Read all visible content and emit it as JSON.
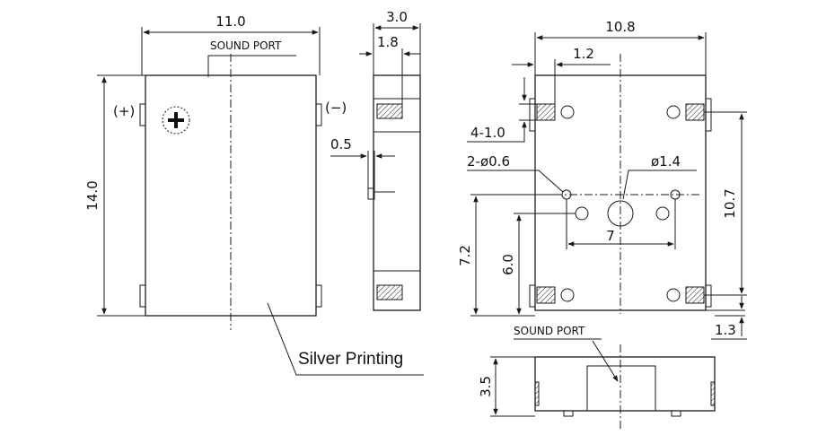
{
  "dimensions": {
    "front_width": "11.0",
    "front_height": "14.0",
    "side_width": "3.0",
    "side_inner": "1.8",
    "pin_width": "0.5",
    "bottom_width": "10.8",
    "pad_offset": "1.2",
    "pad_size": "4-1.0",
    "small_holes": "2-ø0.6",
    "center_hole": "ø1.4",
    "hole_spacing": "7",
    "pad_span": "10.7",
    "center_height": "7.2",
    "hole_height": "6.0",
    "edge_offset": "1.3",
    "base_height": "3.5"
  },
  "labels": {
    "sound_port_top": "SOUND PORT",
    "sound_port_bottom": "SOUND PORT",
    "plus_terminal": "(+)",
    "minus_terminal": "(−)",
    "silver_printing": "Silver Printing"
  }
}
